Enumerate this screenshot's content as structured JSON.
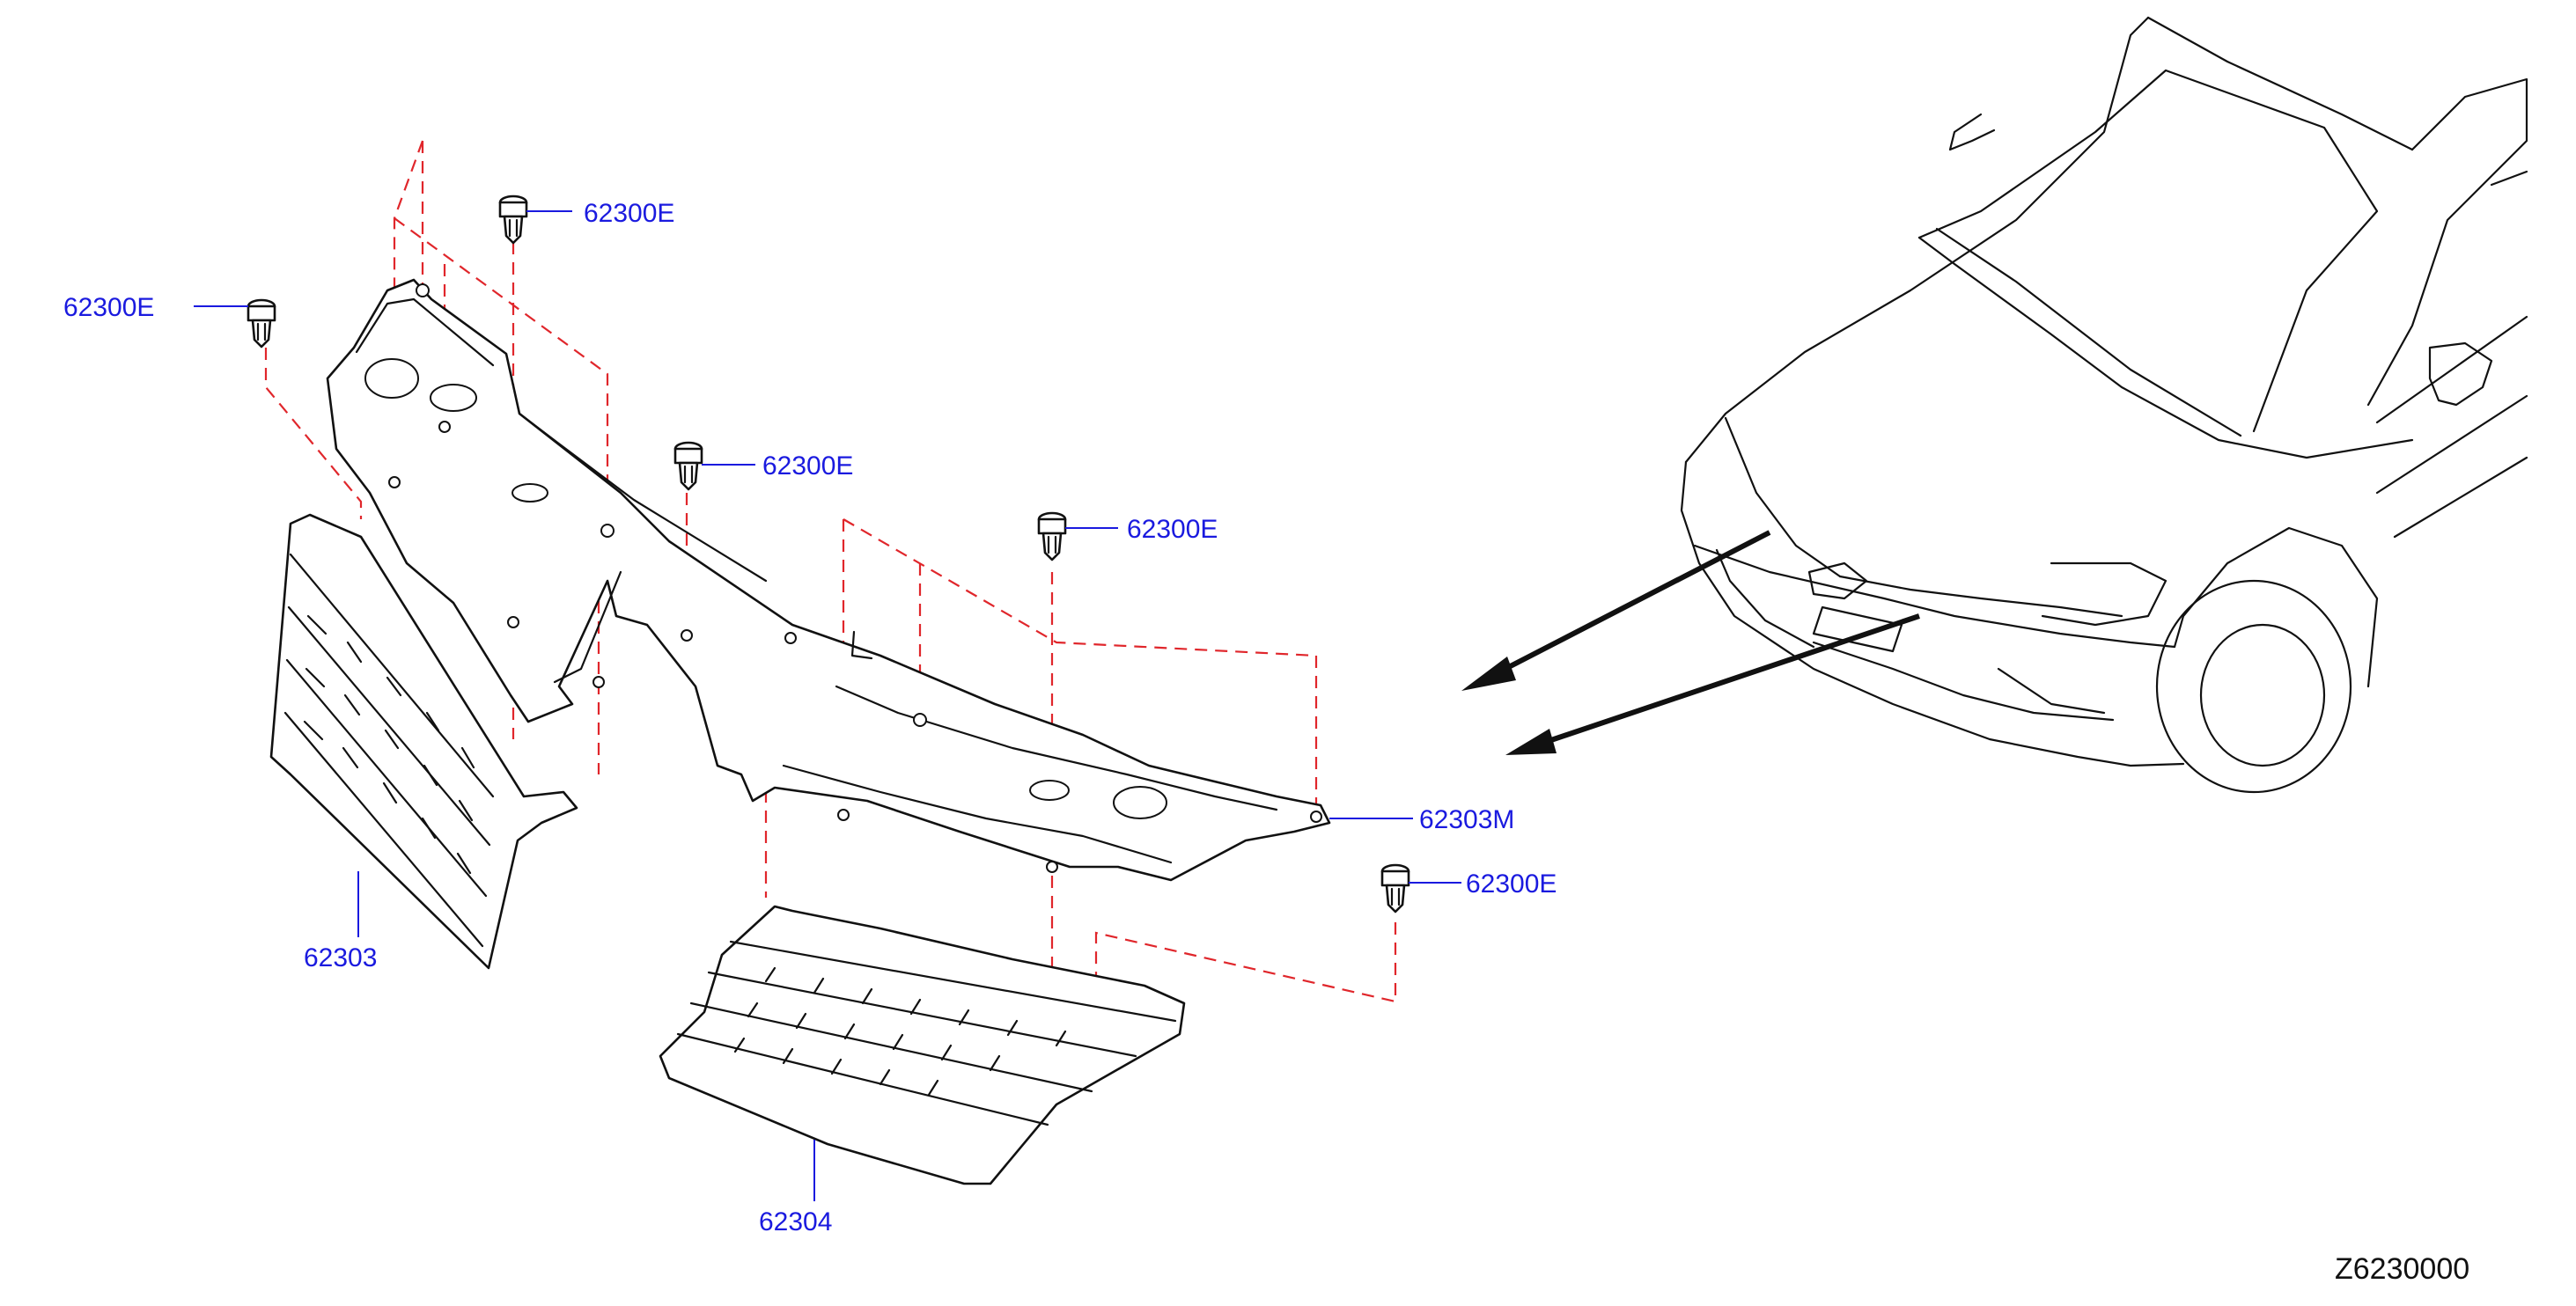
{
  "diagram": {
    "reference_code": "Z6230000",
    "callouts": [
      {
        "id": "clip-a",
        "label": "62300E"
      },
      {
        "id": "clip-b",
        "label": "62300E"
      },
      {
        "id": "clip-c",
        "label": "62300E"
      },
      {
        "id": "clip-d",
        "label": "62300E"
      },
      {
        "id": "clip-e",
        "label": "62300E"
      },
      {
        "id": "bracket",
        "label": "62303M"
      },
      {
        "id": "grille-upper",
        "label": "62303"
      },
      {
        "id": "grille-lower",
        "label": "62304"
      }
    ],
    "colors": {
      "label_text": "#1a1adf",
      "leader_line": "#1a1adf",
      "assembly_dash": "#e0262b",
      "outline": "#111111",
      "background": "#ffffff"
    },
    "icons": [
      "push-clip-icon",
      "direction-arrow-icon",
      "car-front-view-icon"
    ]
  }
}
